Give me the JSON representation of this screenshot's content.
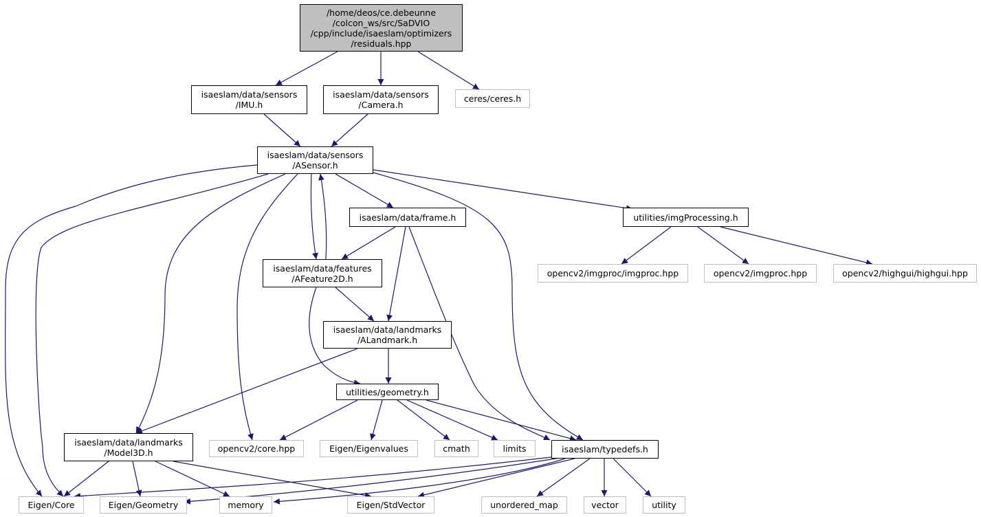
{
  "nodes": {
    "root": "/home/deos/ce.debeunne\n/colcon_ws/src/SaDVIO\n/cpp/include/isaeslam/optimizers\n/residuals.hpp",
    "imu": "isaeslam/data/sensors\n/IMU.h",
    "camera": "isaeslam/data/sensors\n/Camera.h",
    "ceres": "ceres/ceres.h",
    "asensor": "isaeslam/data/sensors\n/ASensor.h",
    "frame": "isaeslam/data/frame.h",
    "imgproc_util": "utilities/imgProcessing.h",
    "afeature": "isaeslam/data/features\n/AFeature2D.h",
    "cv_imgproc_imgproc": "opencv2/imgproc/imgproc.hpp",
    "cv_imgproc": "opencv2/imgproc.hpp",
    "cv_highgui": "opencv2/highgui/highgui.hpp",
    "alandmark": "isaeslam/data/landmarks\n/ALandmark.h",
    "geometry": "utilities/geometry.h",
    "model3d": "isaeslam/data/landmarks\n/Model3D.h",
    "cv_core": "opencv2/core.hpp",
    "eigenvalues": "Eigen/Eigenvalues",
    "cmath": "cmath",
    "limits": "limits",
    "typedefs": "isaeslam/typedefs.h",
    "eigen_core": "Eigen/Core",
    "eigen_geometry": "Eigen/Geometry",
    "memory": "memory",
    "stdvector": "Eigen/StdVector",
    "unordered_map": "unordered_map",
    "vector": "vector",
    "utility": "utility"
  },
  "colors": {
    "edge": "#191970",
    "root_fill": "#bfbfbf",
    "external_border": "#bfbfbf"
  }
}
